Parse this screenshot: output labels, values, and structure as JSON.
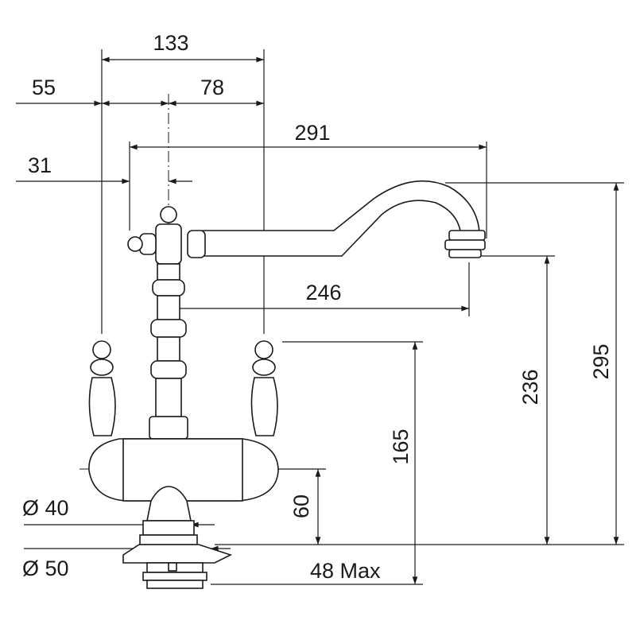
{
  "drawing": {
    "subject": "faucet-technical-drawing",
    "line_color": "#1a1a1a",
    "dimensions": {
      "total_width": "133",
      "left_offset": "55",
      "right_offset": "78",
      "spout_reach_total": "291",
      "center_offset": "31",
      "spout_reach": "246",
      "total_height": "295",
      "outlet_height": "236",
      "clearance_height": "165",
      "body_height": "60",
      "base_diameter": "Ø 40",
      "flange_diameter": "Ø 50",
      "max_deck_thickness": "48 Max"
    }
  }
}
